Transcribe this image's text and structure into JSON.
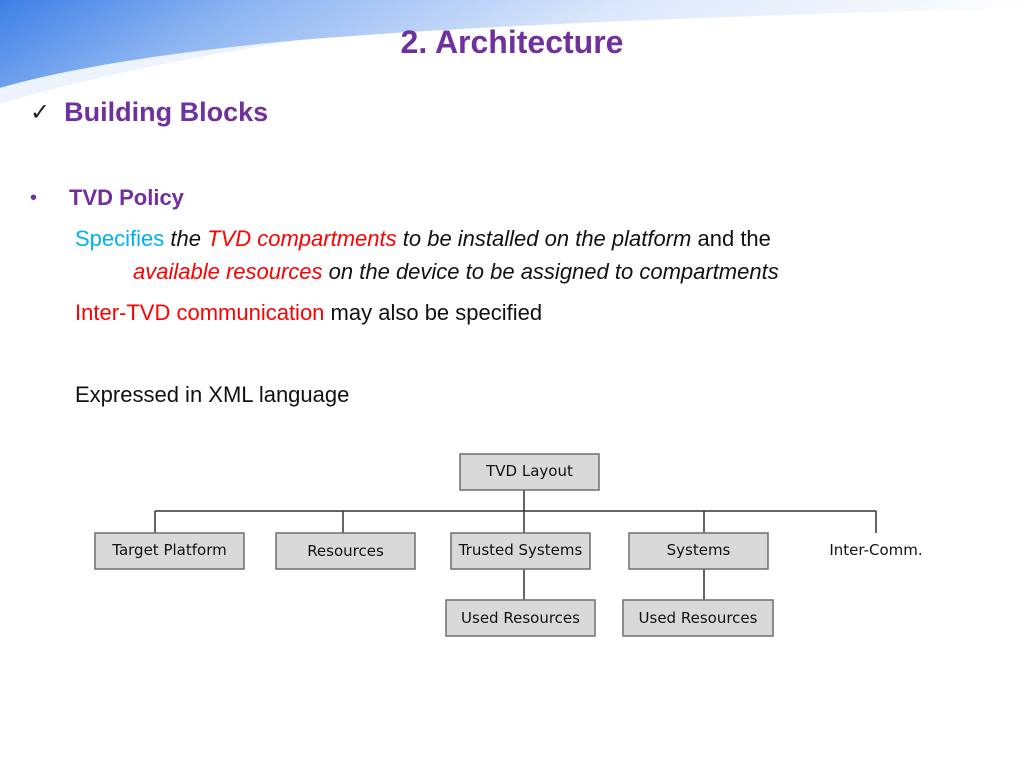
{
  "slide": {
    "title": "2. Architecture",
    "heading": "Building Blocks",
    "bullet": "TVD Policy",
    "lines": {
      "line1": {
        "specifies": "Specifies",
        "the": "the",
        "tvd_compartments": "TVD compartments",
        "to_be_installed": "to be installed on the platform",
        "and_the": "and the"
      },
      "line2": {
        "available_resources": "available resources",
        "on_the_device": "on the device to be assigned to compartments"
      },
      "line3": {
        "inter_tvd": "Inter-TVD communication",
        "may_also": "may also be specified"
      },
      "line4": {
        "expressed": "Expressed in XML language"
      }
    }
  },
  "diagram": {
    "root": "TVD Layout",
    "children": [
      {
        "label": "Target Platform"
      },
      {
        "label": "Resources"
      },
      {
        "label": "Trusted Systems",
        "child": "Used Resources"
      },
      {
        "label": "Systems",
        "child": "Used Resources"
      },
      {
        "label": "Inter-Comm."
      }
    ]
  },
  "colors": {
    "title": "#7030a0",
    "highlight_cyan": "#00b0f0",
    "highlight_red": "#ff0000",
    "node_fill": "#d9d9d9"
  }
}
